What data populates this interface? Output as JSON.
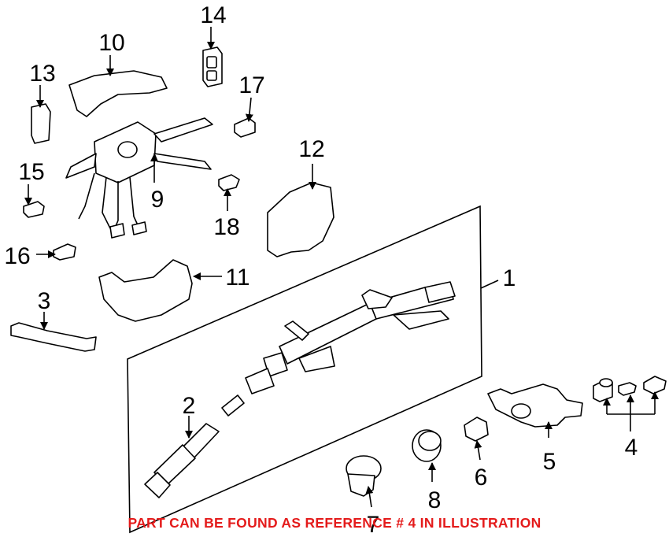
{
  "labels": {
    "n1": "1",
    "n2": "2",
    "n3": "3",
    "n4": "4",
    "n5": "5",
    "n6": "6",
    "n7": "7",
    "n8": "8",
    "n9": "9",
    "n10": "10",
    "n11": "11",
    "n12": "12",
    "n13": "13",
    "n14": "14",
    "n15": "15",
    "n16": "16",
    "n17": "17",
    "n18": "18"
  },
  "footer_note": "PART CAN BE FOUND AS REFERENCE # 4 IN ILLUSTRATION",
  "colors": {
    "line": "#000000",
    "note": "#e41b1b",
    "background": "#ffffff"
  }
}
